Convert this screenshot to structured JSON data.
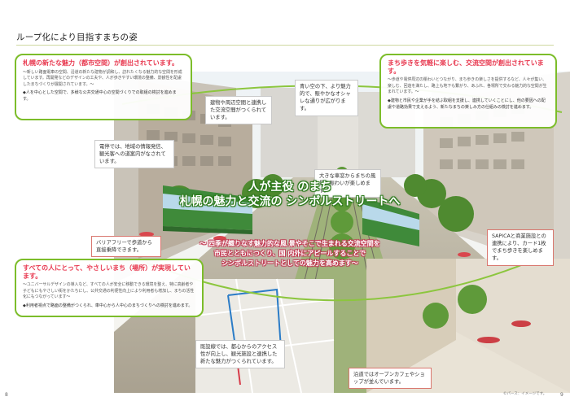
{
  "page": {
    "heading": "ループ化により目指すまちの姿",
    "page_left": "8",
    "page_right": "9",
    "credit": "©パース：イメージです。"
  },
  "box_top_left": {
    "title": "札幌の新たな魅力（都市空間）が創出されています。",
    "body": "～新しい路面電車の空間、沿道の新たな建物が調和し、訪れたくなる魅力的な空間を形成しています。再開発などのデザインの工夫や、人が歩きやすい環境の整備、景観性を配慮したまちづくりが展開されています。～",
    "bullet": "◆人を中心とした空間で、多様な公共交通中心の空間づくりでの取組の検討を進めます。"
  },
  "box_top_right": {
    "title": "まち歩きを気軽に楽しむ、交流空間が創出されています。",
    "body": "～歩道や電停周辺の賑わいとつながり、まち歩きの楽しさを提供するなど、人々が集い、楽しむ、回遊を満たし、路上も地下も繋がり、あふれ、各場所で交わる魅力的な空間が生まれています。～",
    "bullet": "◆建物と市民や企業が手を結ぶ取組を支援し、連携していくことにし、他の要因への配慮や道路効果で支えるよう、新たなまちの楽しみ方の仕組みの検討を進めます。"
  },
  "box_bottom_left": {
    "title": "すべての人にとって、やさしいまち（場所）が実現しています。",
    "body": "～ユニバーサルデザインの導入など、すべての人が安全に移動できる環境を整え、特に高齢者や子どもにもやさしい街をかたちにし、公共交通の利便性向上により利用者も増加し、まちの活性化にもつながっています～",
    "bullet": "◆利用者視点で路面の整備がつくられ、車中心から人中心のまちづくりへの検討を進めます。"
  },
  "callouts": {
    "station_info": "電停では、地域の情報発信、観光客への道案内がなされています。",
    "barrier_free": "バリアフリーで歩道から直接乗降できます。",
    "building_harmony": "建物や周辺空間と連携した交流空間がつくられています。",
    "sidewalk": "青い空の下、より魅力的で、賑やかなオシャレな通りが広がります。",
    "large_window": "大きな車窓からまちの風景や賑わいが楽しめます。",
    "sapica": "SAPICAと商業施設との連携により、カード1枚でまち歩きを楽しめます。",
    "existing_line": "既設線では、都心からのアクセス性が向上し、観光施設と連携した新たな魅力がつくられています。",
    "cafe": "沿道ではオープンカフェやショップが並んでいます。"
  },
  "main_title": {
    "line1": "人が主役 のまち",
    "line2": "札幌の魅力と交流の シンボルストリートへ"
  },
  "sub_title": {
    "line1": "～ 四季が織りなす魅力的な風 景やそこで生まれる交流空間を",
    "line2": "市民とともにつくり、国 内外にアピールすることで",
    "line3": "シンボルストリートとしての魅力を高めます～"
  },
  "colors": {
    "green_border": "#7cbd2a",
    "red_title": "#e8384f",
    "tram_green": "#3f8a3a"
  }
}
